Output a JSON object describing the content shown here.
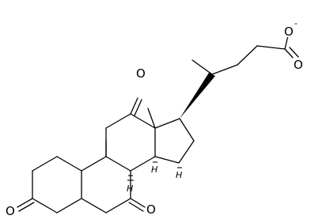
{
  "molecule": {
    "atoms": {
      "o_carbonyl_top": "O",
      "o_c12": "O",
      "o_c3": "O",
      "o_c7": "O",
      "o_carboxylate": "O",
      "h_c8": "H",
      "h_c9": "H",
      "h_c14": "H"
    },
    "charge": "-",
    "colors": {
      "ink": "#000000",
      "background": "#ffffff"
    }
  }
}
